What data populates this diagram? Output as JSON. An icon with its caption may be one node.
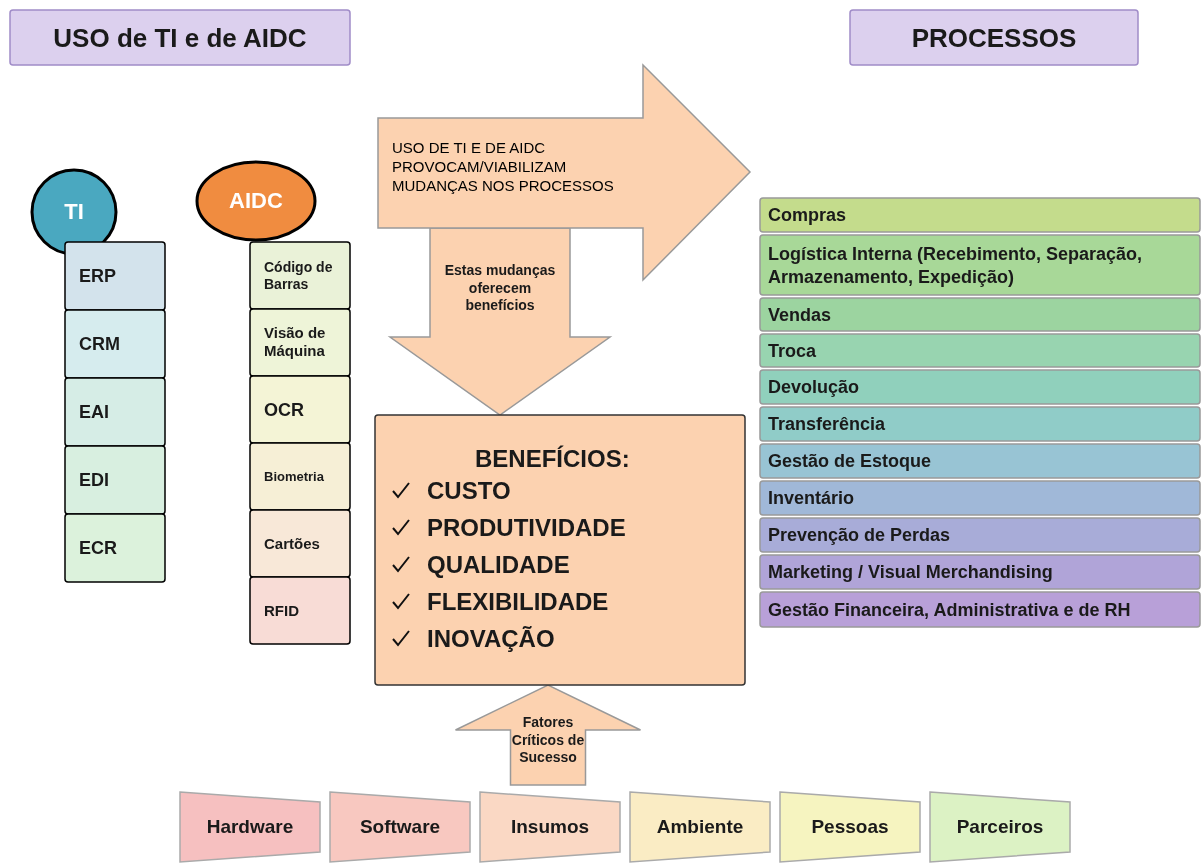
{
  "diagram": {
    "nodes": [
      {
        "text": [
          "USO de TI e de AIDC"
        ]
      },
      {
        "text": [
          "PROCESSOS"
        ]
      },
      {
        "text": [
          "TI"
        ]
      },
      {
        "text": [
          "ERP"
        ]
      },
      {
        "text": [
          "CRM"
        ]
      },
      {
        "text": [
          "EAI"
        ]
      },
      {
        "text": [
          "EDI"
        ]
      },
      {
        "text": [
          "ECR"
        ]
      },
      {
        "text": [
          "AIDC"
        ]
      },
      {
        "text": [
          "Código de Barras"
        ]
      },
      {
        "text": [
          "Visão de Máquina"
        ]
      },
      {
        "text": [
          "OCR"
        ]
      },
      {
        "text": [
          "Biometria"
        ]
      },
      {
        "text": [
          "Cartões"
        ]
      },
      {
        "text": [
          "RFID"
        ]
      },
      {
        "text": [
          "USO DE TI E DE AIDC PROVOCAM/VIABILIZAM MUDANÇAS NOS PROCESSOS"
        ]
      },
      {
        "text": [
          "BENEFÍCIOS:",
          "CUSTO",
          "PRODUTIVIDADE",
          "QUALIDADE",
          "FLEXIBILIDADE",
          "INOVAÇÃO"
        ]
      },
      {
        "text": [
          "Compras"
        ]
      },
      {
        "text": [
          "Logística Interna (Recebimento, Separação, Armazenamento, Expedição)"
        ]
      },
      {
        "text": [
          "Vendas"
        ]
      },
      {
        "text": [
          "Troca"
        ]
      },
      {
        "text": [
          "Devolução"
        ]
      },
      {
        "text": [
          "Transferência"
        ]
      },
      {
        "text": [
          "Gestão de Estoque"
        ]
      },
      {
        "text": [
          "Inventário"
        ]
      },
      {
        "text": [
          "Prevenção de Perdas"
        ]
      },
      {
        "text": [
          "Marketing / Visual Merchandising"
        ]
      },
      {
        "text": [
          "Gestão Financeira, Administrativa e de RH"
        ]
      },
      {
        "text": [
          "Hardware"
        ]
      },
      {
        "text": [
          "Software"
        ]
      },
      {
        "text": [
          "Insumos"
        ]
      },
      {
        "text": [
          "Ambiente"
        ]
      },
      {
        "text": [
          "Pessoas"
        ]
      },
      {
        "text": [
          "Parceiros"
        ]
      }
    ],
    "edges": [
      {
        "from": 15,
        "to": 16,
        "arrow": "to",
        "label": "Estas mudanças oferecem benefícios"
      },
      {
        "from": null,
        "to": 16,
        "arrow": "to",
        "label": "Fatores Críticos de Sucesso"
      }
    ]
  }
}
